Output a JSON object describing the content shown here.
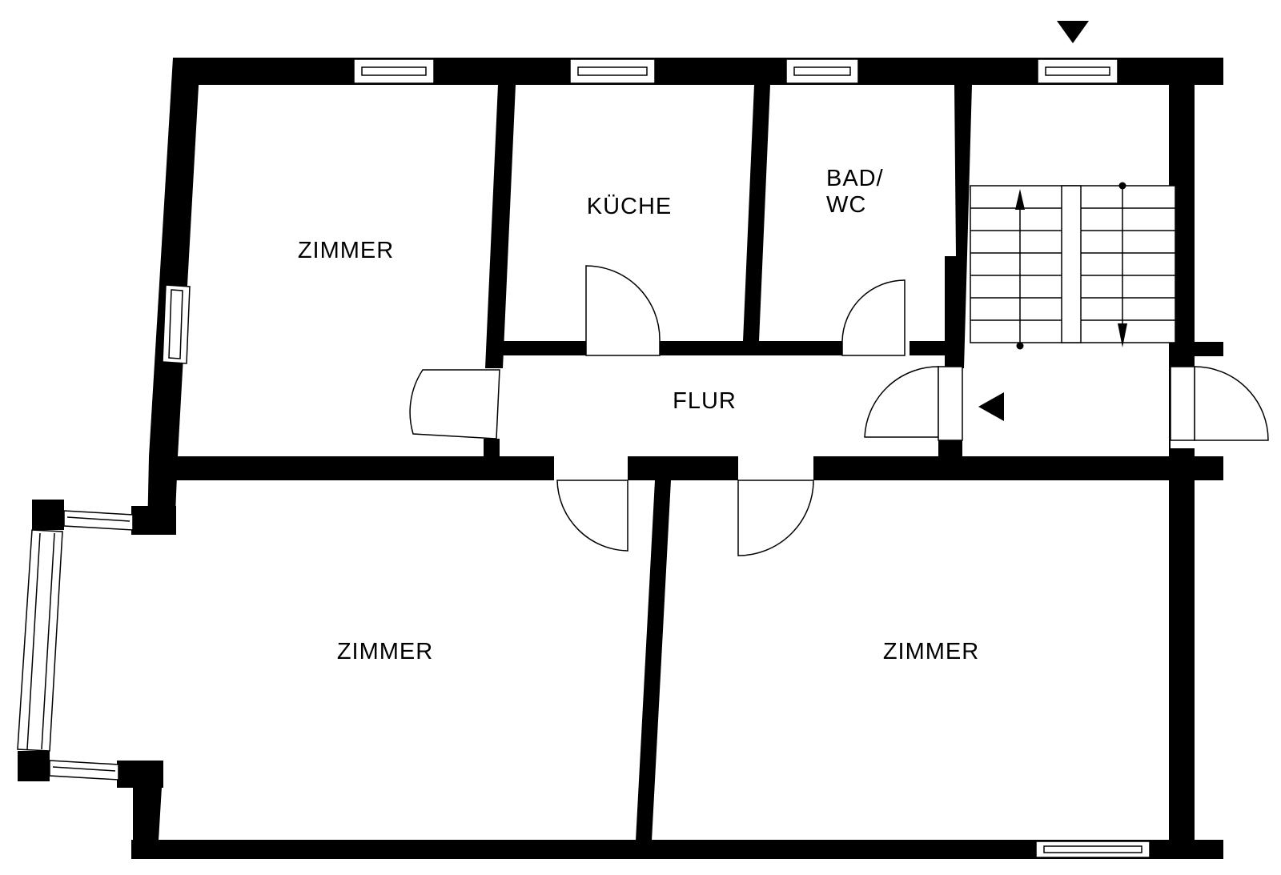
{
  "plan": {
    "rooms": {
      "zimmer_top_left": "ZIMMER",
      "kueche": "KÜCHE",
      "bad_line1": "BAD/",
      "bad_line2": "WC",
      "flur": "FLUR",
      "zimmer_bottom_left": "ZIMMER",
      "zimmer_bottom_right": "ZIMMER"
    },
    "colors": {
      "wall": "#000000",
      "background": "#ffffff"
    },
    "icons": {
      "entrance_marker_top": "triangle-down-icon",
      "entrance_marker_hall": "triangle-left-icon"
    }
  }
}
